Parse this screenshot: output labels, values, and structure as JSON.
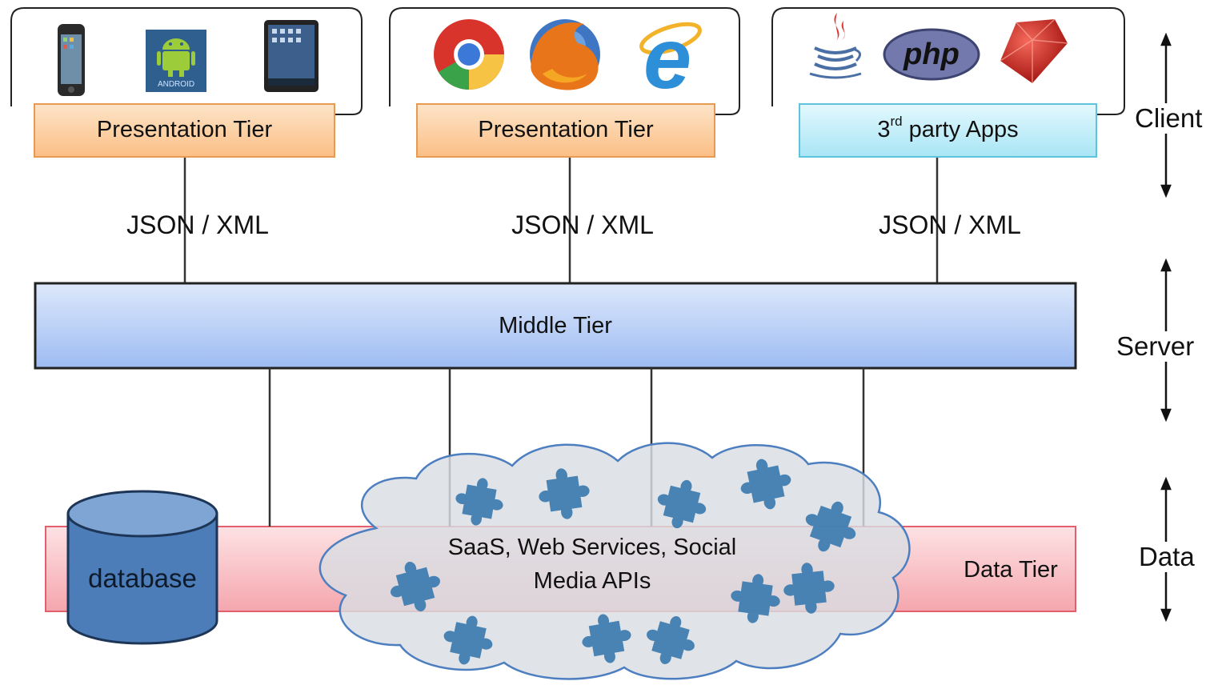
{
  "clients": [
    {
      "icons": [
        "iphone-icon",
        "android-icon",
        "ipad-icon"
      ],
      "tier_label": "Presentation Tier",
      "protocol": "JSON / XML"
    },
    {
      "icons": [
        "chrome-icon",
        "firefox-icon",
        "internet-explorer-icon"
      ],
      "tier_label": "Presentation Tier",
      "protocol": "JSON / XML"
    },
    {
      "icons": [
        "java-icon",
        "php-icon",
        "ruby-icon"
      ],
      "tier_label_prefix": "3",
      "tier_label_sup": "rd",
      "tier_label_rest": " party Apps",
      "protocol": "JSON / XML"
    }
  ],
  "android_text": "ANDROID",
  "php_text": "php",
  "ie_text": "e",
  "middle_tier": {
    "label": "Middle Tier"
  },
  "data_tier": {
    "label": "Data Tier",
    "database_label": "database",
    "cloud_label_line1": "SaaS, Web Services, Social",
    "cloud_label_line2": "Media APIs",
    "cloud_icon": "puzzle-piece-icon"
  },
  "side_labels": {
    "client": "Client",
    "server": "Server",
    "data": "Data"
  },
  "colors": {
    "presentation_tier": "#fcd1a4",
    "third_party_tier": "#bfeefa",
    "middle_tier": "#bcd3f7",
    "data_tier": "#f7c0c5",
    "database": "#4c7db8",
    "cloud": "#d9dde2",
    "puzzle": "#3b7bb0"
  }
}
